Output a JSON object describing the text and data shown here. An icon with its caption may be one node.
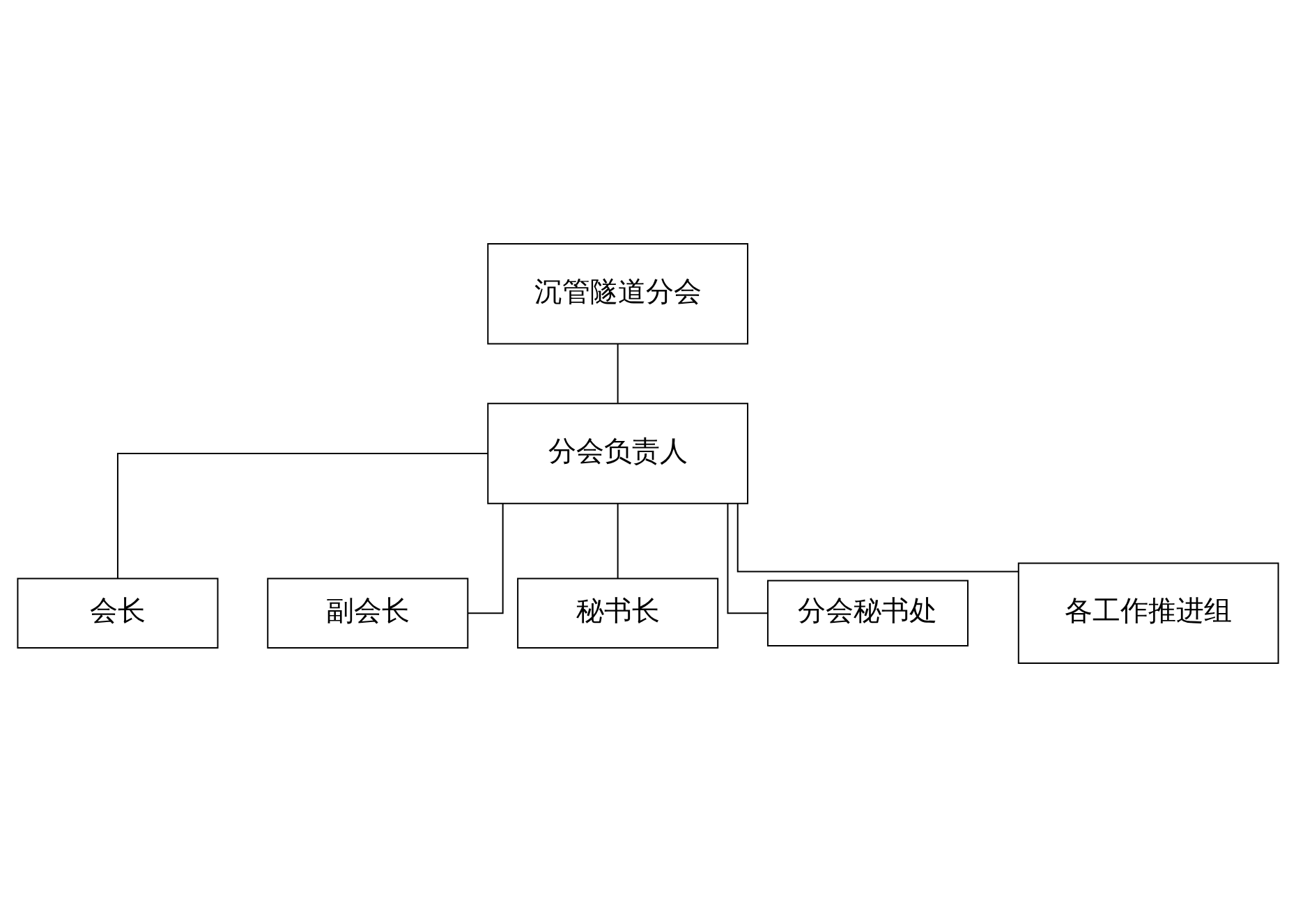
{
  "diagram": {
    "nodes": [
      {
        "text": [
          "沉管隧道分会"
        ]
      },
      {
        "text": [
          "分会负责人"
        ]
      },
      {
        "text": [
          "会长"
        ]
      },
      {
        "text": [
          "副会长"
        ]
      },
      {
        "text": [
          "秘书长"
        ]
      },
      {
        "text": [
          "分会秘书处"
        ]
      },
      {
        "text": [
          "各工作推进组"
        ]
      }
    ],
    "edges": [
      {
        "from": 0,
        "to": 1,
        "arrow": "none"
      },
      {
        "from": 1,
        "to": 2,
        "arrow": "none"
      },
      {
        "from": 1,
        "to": 3,
        "arrow": "none"
      },
      {
        "from": 1,
        "to": 4,
        "arrow": "none"
      },
      {
        "from": 1,
        "to": 5,
        "arrow": "none"
      },
      {
        "from": 1,
        "to": 6,
        "arrow": "none"
      }
    ]
  }
}
